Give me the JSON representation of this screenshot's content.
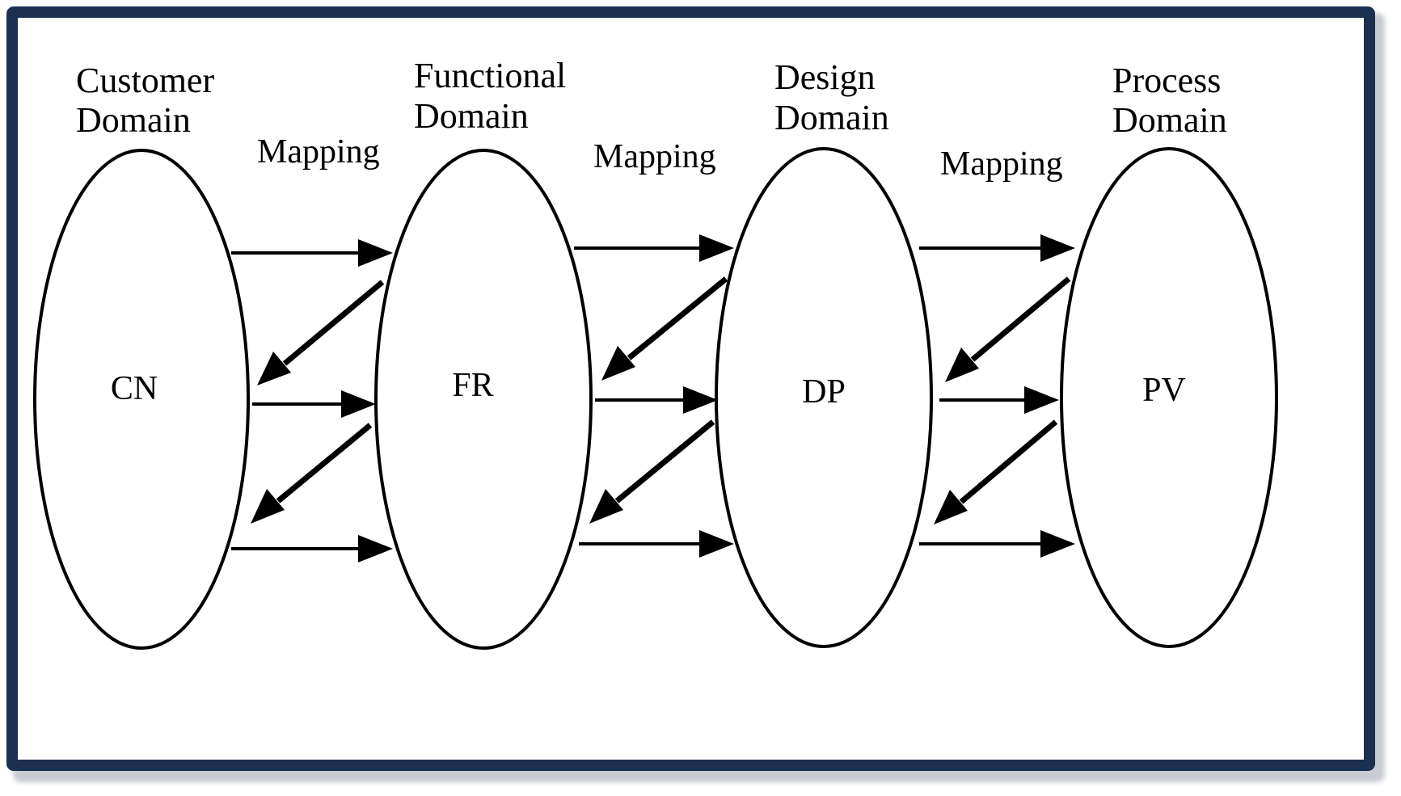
{
  "domains": [
    {
      "id": "customer",
      "title_line1": "Customer",
      "title_line2": "Domain",
      "node": "CN"
    },
    {
      "id": "functional",
      "title_line1": "Functional",
      "title_line2": "Domain",
      "node": "FR"
    },
    {
      "id": "design",
      "title_line1": "Design",
      "title_line2": "Domain",
      "node": "DP"
    },
    {
      "id": "process",
      "title_line1": "Process",
      "title_line2": "Domain",
      "node": "PV"
    }
  ],
  "mappings": [
    "Mapping",
    "Mapping",
    "Mapping"
  ],
  "colors": {
    "frame_border": "#1b2f4e",
    "ink": "#000000",
    "background": "#ffffff"
  }
}
